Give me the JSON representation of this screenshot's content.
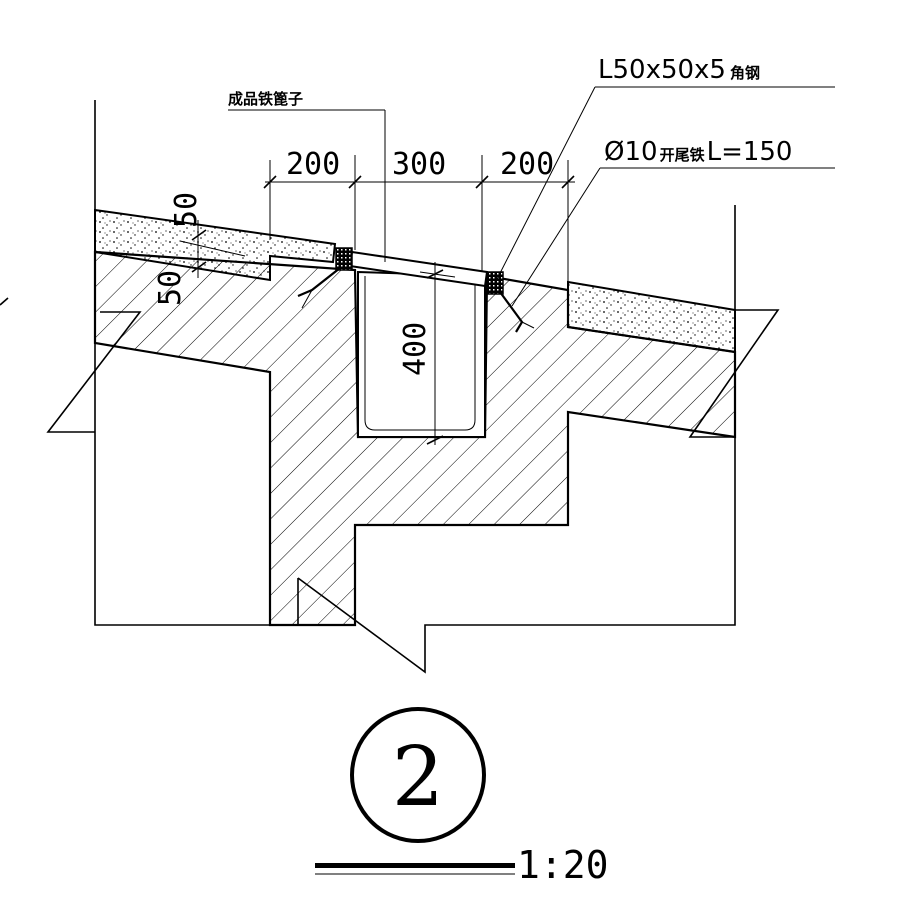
{
  "labels": {
    "grate": "成品铁篦子",
    "angle_steel": "L50x50x5",
    "angle_steel_suffix": "角钢",
    "anchor_prefix": "Ø10",
    "anchor_mid": "开尾铁",
    "anchor_suffix": "L=150"
  },
  "dimensions": {
    "left_width": "200",
    "center_width": "300",
    "right_width": "200",
    "top_layer": "50",
    "second_layer": "50",
    "channel_depth": "400"
  },
  "detail": {
    "number": "2",
    "scale": "1:20"
  },
  "colors": {
    "ink": "#000000",
    "background": "#ffffff"
  }
}
